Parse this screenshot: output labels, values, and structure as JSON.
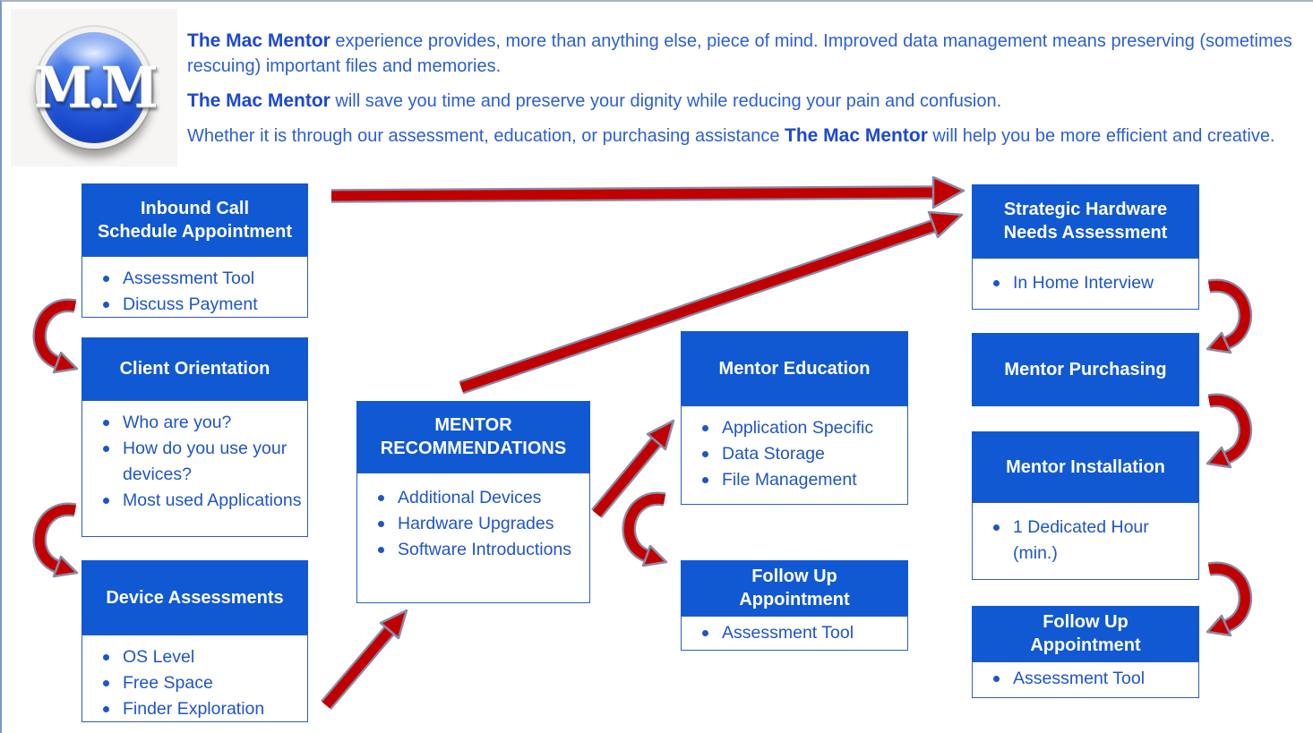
{
  "logo": {
    "text": "M.M",
    "alt": "The Mac Mentor logo"
  },
  "intro": {
    "paragraphs": [
      [
        {
          "t": "The Mac Mentor",
          "b": true
        },
        {
          "t": " experience provides, more than anything else, piece of mind.  Improved data management means preserving (sometimes rescuing)  important files and memories.",
          "b": false
        }
      ],
      [
        {
          "t": "The Mac Mentor",
          "b": true
        },
        {
          "t": " will save you time and preserve your dignity while reducing your pain and confusion.",
          "b": false
        }
      ],
      [
        {
          "t": "Whether it is through our assessment, education, or purchasing assistance ",
          "b": false
        },
        {
          "t": "The Mac Mentor",
          "b": true
        },
        {
          "t": " will help you be more efficient and creative.",
          "b": false
        }
      ]
    ]
  },
  "boxes": {
    "inbound_call": {
      "title_lines": [
        "Inbound Call",
        "Schedule Appointment"
      ],
      "bullets": [
        "Assessment Tool",
        "Discuss Payment"
      ]
    },
    "client_orientation": {
      "title_lines": [
        "Client Orientation"
      ],
      "bullets": [
        "Who are you?",
        "How do you use your devices?",
        "Most used Applications"
      ]
    },
    "device_assessments": {
      "title_lines": [
        "Device Assessments"
      ],
      "bullets": [
        "OS Level",
        "Free Space",
        "Finder Exploration"
      ]
    },
    "mentor_recommendations": {
      "title_lines": [
        "MENTOR",
        "RECOMMENDATIONS"
      ],
      "bullets": [
        "Additional Devices",
        "Hardware Upgrades",
        "Software Introductions"
      ]
    },
    "mentor_education": {
      "title_lines": [
        "Mentor Education"
      ],
      "bullets": [
        "Application Specific",
        "Data Storage",
        "File Management"
      ]
    },
    "follow_up_mid": {
      "title_lines": [
        "Follow Up",
        "Appointment"
      ],
      "bullets": [
        "Assessment Tool"
      ]
    },
    "strategic_hardware": {
      "title_lines": [
        "Strategic Hardware",
        "Needs Assessment"
      ],
      "bullets": [
        "In Home Interview"
      ]
    },
    "mentor_purchasing": {
      "title_lines": [
        "Mentor Purchasing"
      ],
      "bullets": []
    },
    "mentor_installation": {
      "title_lines": [
        "Mentor Installation"
      ],
      "bullets": [
        "1 Dedicated Hour (min.)"
      ]
    },
    "follow_up_right": {
      "title_lines": [
        "Follow Up",
        "Appointment"
      ],
      "bullets": [
        "Assessment Tool"
      ]
    }
  },
  "edges": [
    {
      "from": "inbound-call-schedule-appointment",
      "to": "strategic-hardware-needs-assessment",
      "style": "straight"
    },
    {
      "from": "inbound-call-schedule-appointment",
      "to": "client-orientation",
      "style": "curved"
    },
    {
      "from": "client-orientation",
      "to": "device-assessments",
      "style": "curved"
    },
    {
      "from": "device-assessments",
      "to": "mentor-recommendations",
      "style": "straight"
    },
    {
      "from": "mentor-recommendations",
      "to": "strategic-hardware-needs-assessment",
      "style": "straight"
    },
    {
      "from": "mentor-recommendations",
      "to": "mentor-education",
      "style": "straight"
    },
    {
      "from": "mentor-education",
      "to": "follow-up-appointment-mid",
      "style": "curved"
    },
    {
      "from": "strategic-hardware-needs-assessment",
      "to": "mentor-purchasing",
      "style": "curved"
    },
    {
      "from": "mentor-purchasing",
      "to": "mentor-installation",
      "style": "curved"
    },
    {
      "from": "mentor-installation",
      "to": "follow-up-appointment-right",
      "style": "curved"
    }
  ],
  "colors": {
    "header_blue": "#1159d2",
    "bullet_blue": "#1e55c8",
    "intro_blue": "#2b5fd3",
    "brand_blue": "#1c49cd",
    "arrow_red": "#c00000",
    "arrow_outline": "#8a8aa6",
    "box_border": "#2e5cc5"
  }
}
